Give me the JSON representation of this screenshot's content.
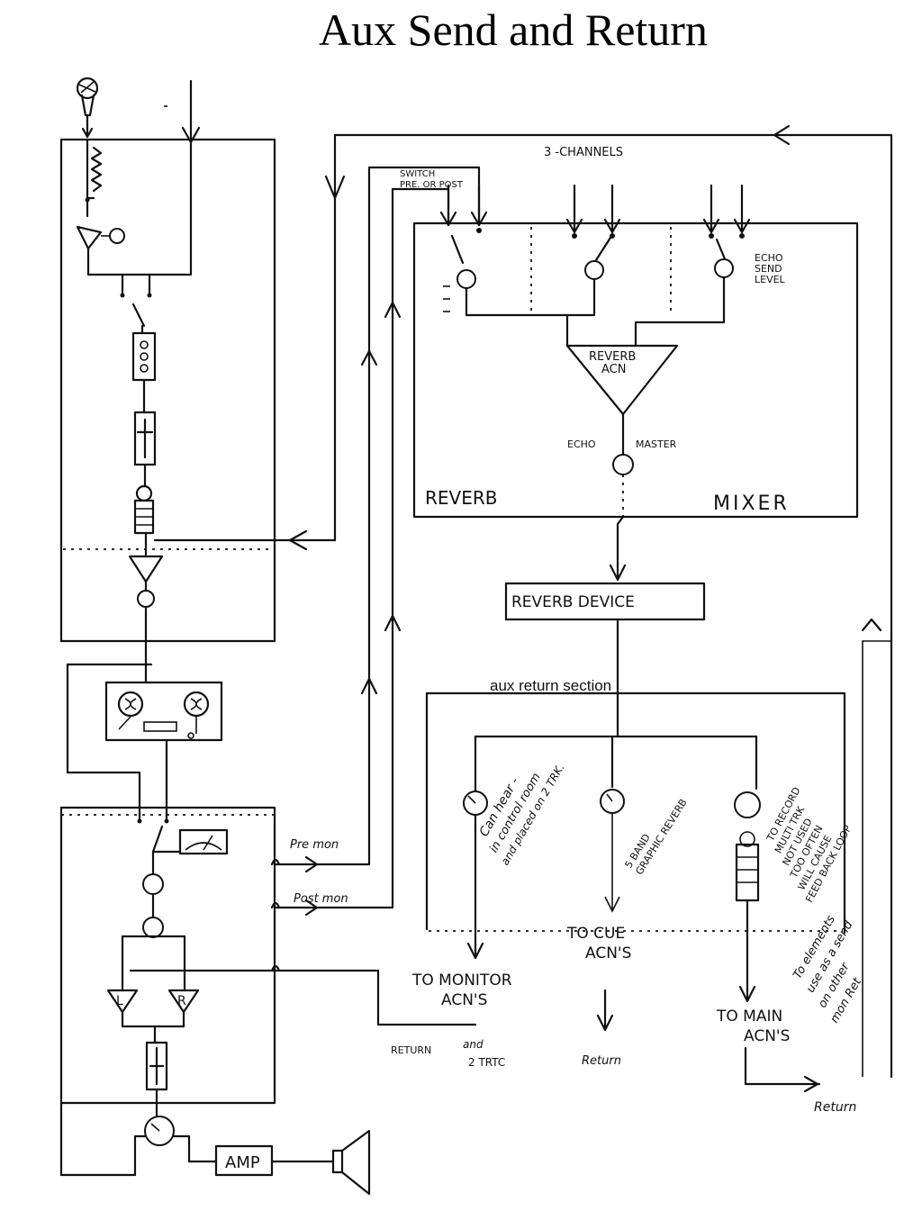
{
  "title": "Aux Send and Return",
  "labels": {
    "channels": "3 -CHANNELS",
    "switch_line1": "SWITCH",
    "switch_line2": "PRE. OR POST",
    "echo_send_line1": "ECHO",
    "echo_send_line2": "SEND",
    "echo_send_line3": "LEVEL",
    "reverb_acn_line1": "REVERB",
    "reverb_acn_line2": "ACN",
    "echo_master_left": "ECHO",
    "echo_master_right": "MASTER",
    "reverb": "REVERB",
    "mixer": "MIXER",
    "reverb_device": "REVERB DEVICE",
    "aux_return_section": "aux return section",
    "pre_mon": "Pre mon",
    "post_mon": "Post mon",
    "note_control_room_l1": "Can hear -",
    "note_control_room_l2": "in control room",
    "note_control_room_l3": "and placed on 2 TRK.",
    "note_band_l1": "5 BAND",
    "note_band_l2": "GRAPHIC REVERB",
    "note_record_l1": "TO RECORD",
    "note_record_l2": "MULTI TRK",
    "note_record_l3": "NOT USED",
    "note_record_l4": "TOO OFTEN",
    "note_record_l5": "WILL CAUSE",
    "note_record_l6": "FEED BACK LOOP",
    "to_monitor_l1": "TO MONITOR",
    "to_monitor_l2": "ACN'S",
    "to_cue_l1": "TO CUE",
    "to_cue_l2": "ACN'S",
    "to_main_l1": "TO MAIN",
    "to_main_l2": "ACN'S",
    "note_elements_l1": "To elements",
    "note_elements_l2": "use as a send",
    "note_elements_l3": "on other",
    "note_elements_l4": "mon Ret",
    "return_monitor": "RETURN",
    "and_2trk_l1": "and",
    "and_2trk_l2": "2 TRTC",
    "return_cue": "Return",
    "return_main": "Return",
    "amp": "AMP",
    "ch_l": "L",
    "ch_r": "R"
  }
}
